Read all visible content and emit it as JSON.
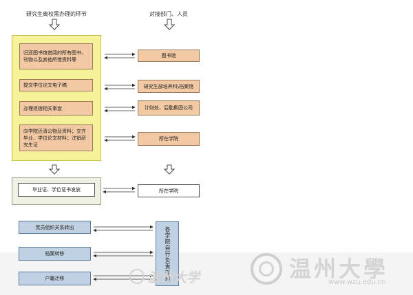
{
  "headers": {
    "left": "研究生离校需办理的环节",
    "right": "对接部门、人员"
  },
  "left_steps": [
    "归还图书馆借阅的所有图书、刊物以及其他所借资料等",
    "提交学位论文电子稿",
    "办理退宿相关事宜",
    "向学院还清公物及资料；交齐毕业、学位论文材料；注销研究生证"
  ],
  "right_departments": [
    "图书馆",
    "研究生部培养科\\档案馆",
    "计财处、后勤集团公司",
    "所在学院"
  ],
  "certificate_step": "毕业证、学位证书发放",
  "certificate_dept": "所在学院",
  "final_steps": [
    "党员组织关系转出",
    "档案转移",
    "户籍迁移"
  ],
  "final_dept": "各学院自行负责办理",
  "watermark": {
    "logo_small": "温州大学",
    "logo_large": "温州大學",
    "url": "www.wzu.edu.cn"
  },
  "colors": {
    "panel_yellow": "#f6f29a",
    "box_tan": "#f2c9a3",
    "box_blue": "#bfd1e2",
    "panel_green": "#eef1e4"
  }
}
